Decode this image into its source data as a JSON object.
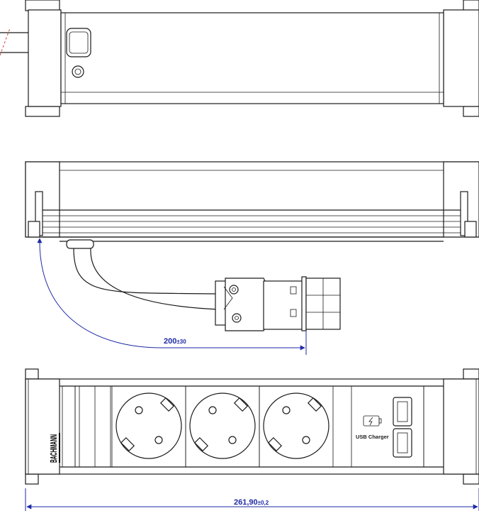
{
  "dimensions": {
    "cable_length": {
      "value": "200",
      "tolerance": "±30"
    },
    "overall_length": {
      "value": "261,90",
      "tolerance": "±0,2"
    }
  },
  "usb_label": "USB Charger",
  "brand_logo": "BACHMANN",
  "colors": {
    "line": "#1a1a1a",
    "dimension": "#1e2aa6",
    "hidden_line": "#d23a2a"
  }
}
